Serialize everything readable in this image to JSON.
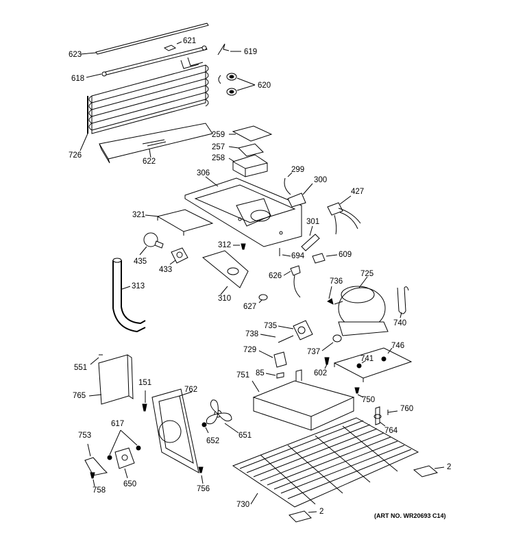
{
  "art_number": "(ART NO. WR20693 C14)",
  "part_labels": {
    "p623": "623",
    "p621": "621",
    "p619": "619",
    "p618": "618",
    "p620": "620",
    "p726": "726",
    "p622": "622",
    "p259": "259",
    "p257": "257",
    "p258": "258",
    "p306": "306",
    "p299": "299",
    "p300": "300",
    "p427": "427",
    "p321": "321",
    "p301": "301",
    "p312": "312",
    "p694": "694",
    "p609": "609",
    "p435": "435",
    "p433": "433",
    "p313": "313",
    "p310": "310",
    "p626": "626",
    "p627": "627",
    "p736": "736",
    "p725": "725",
    "p740": "740",
    "p735": "735",
    "p738": "738",
    "p729": "729",
    "p737": "737",
    "p741": "741",
    "p746": "746",
    "p551": "551",
    "p765": "765",
    "p151": "151",
    "p762": "762",
    "p85": "85",
    "p602": "602",
    "p751": "751",
    "p750": "750",
    "p760": "760",
    "p764": "764",
    "p617": "617",
    "p753": "753",
    "p652": "652",
    "p651": "651",
    "p650": "650",
    "p758": "758",
    "p756": "756",
    "p730": "730",
    "p2a": "2",
    "p2b": "2"
  }
}
